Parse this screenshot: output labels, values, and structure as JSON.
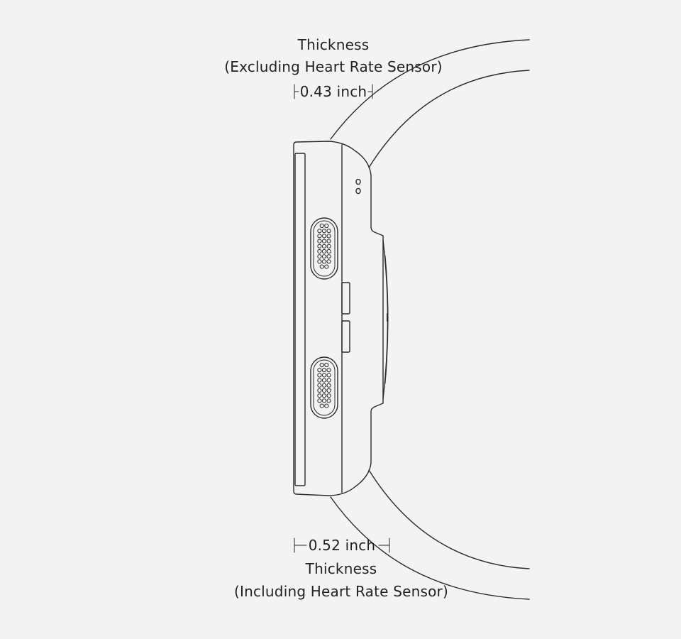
{
  "labels": {
    "top_title": "Thickness",
    "top_subtitle": "(Excluding Heart Rate Sensor)",
    "top_dimension": "0.43 inch",
    "bottom_dimension": "0.52 inch",
    "bottom_title": "Thickness",
    "bottom_subtitle": "(Including Heart Rate Sensor)"
  },
  "colors": {
    "background": "#f3f3f3",
    "line": "#2a2a2a",
    "text": "#222222"
  }
}
